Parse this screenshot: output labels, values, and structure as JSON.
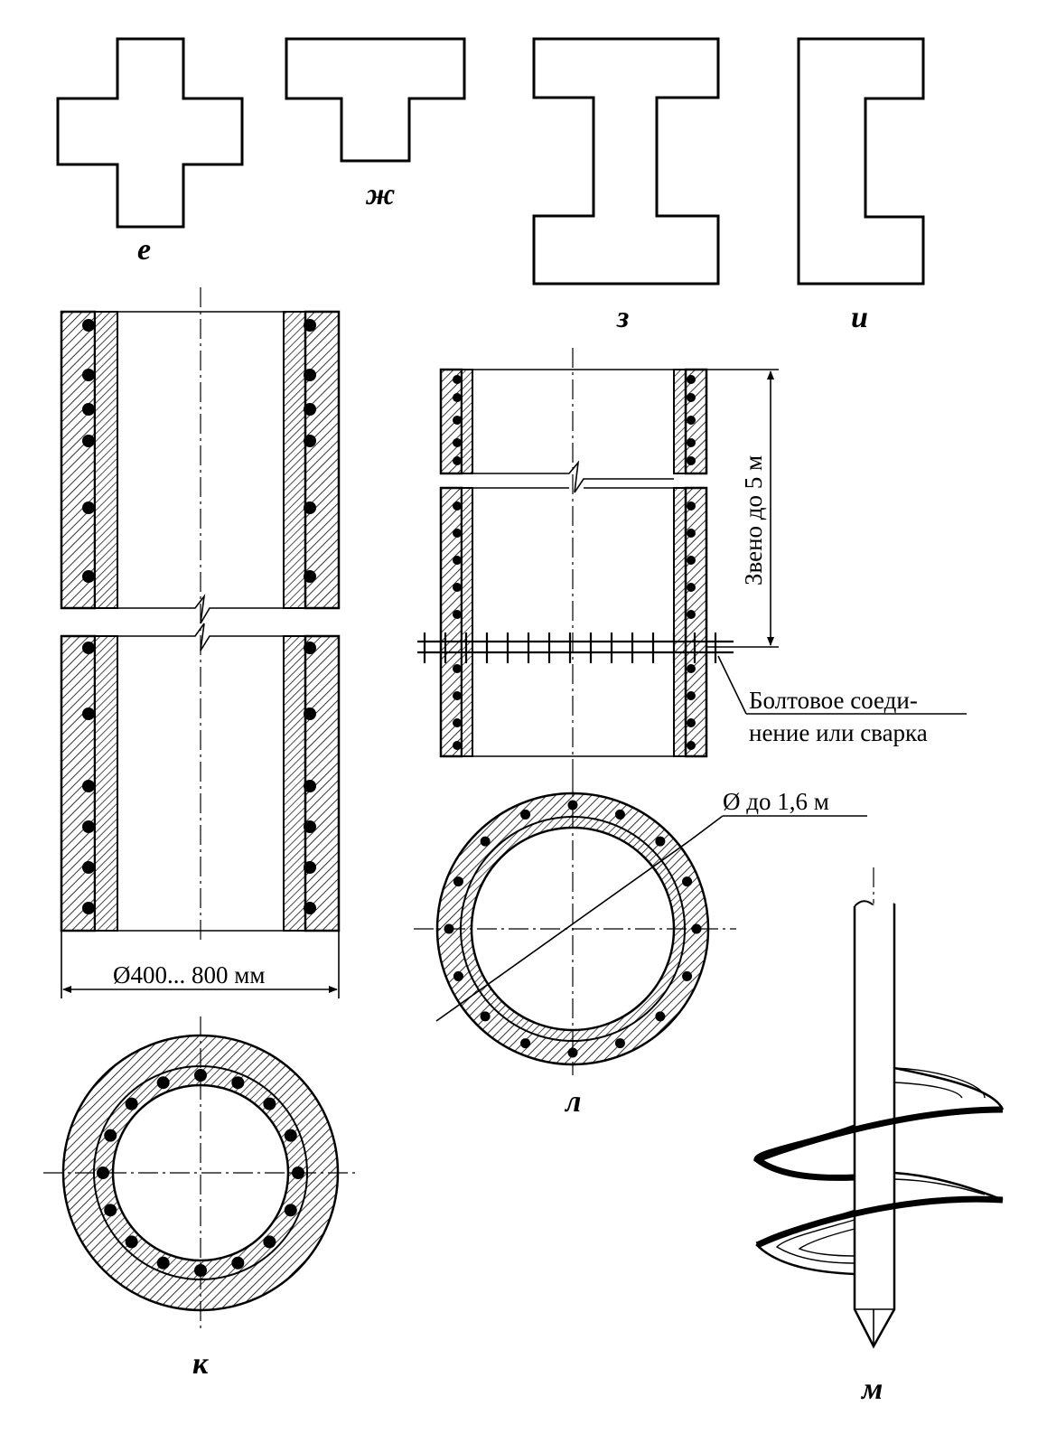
{
  "labels": {
    "e": "е",
    "zh": "ж",
    "z": "з",
    "i": "и",
    "k": "к",
    "l": "л",
    "m": "м"
  },
  "dimensions": {
    "pile_diameter": "Ø400... 800 мм",
    "shell_diameter": "Ø до 1,6 м",
    "link_length": "Звено до 5 м"
  },
  "callouts": {
    "joint_line1": "Болтовое соеди-",
    "joint_line2": "нение или сварка"
  }
}
